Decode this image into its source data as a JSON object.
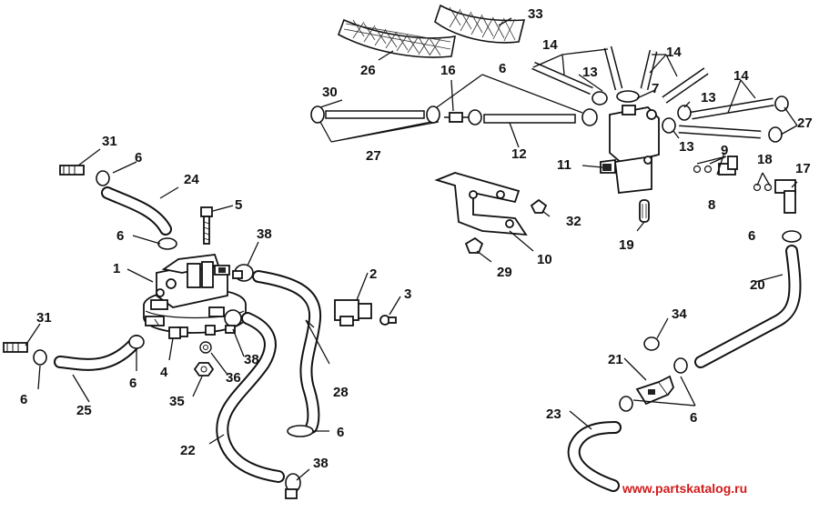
{
  "callouts": {
    "c1": "1",
    "c2": "2",
    "c3": "3",
    "c4": "4",
    "c5": "5",
    "c6a": "6",
    "c6b": "6",
    "c6c": "6",
    "c6d": "6",
    "c6e": "6",
    "c6f": "6",
    "c6g": "6",
    "c6h": "6",
    "c7": "7",
    "c8": "8",
    "c9": "9",
    "c10": "10",
    "c11": "11",
    "c12": "12",
    "c13a": "13",
    "c13b": "13",
    "c13c": "13",
    "c14a": "14",
    "c14b": "14",
    "c14c": "14",
    "c16": "16",
    "c17": "17",
    "c18": "18",
    "c19": "19",
    "c20": "20",
    "c21": "21",
    "c22": "22",
    "c23": "23",
    "c24": "24",
    "c25": "25",
    "c26": "26",
    "c27a": "27",
    "c27b": "27",
    "c28": "28",
    "c29": "29",
    "c30": "30",
    "c31a": "31",
    "c31b": "31",
    "c32": "32",
    "c33": "33",
    "c34": "34",
    "c35": "35",
    "c36": "36",
    "c38a": "38",
    "c38b": "38",
    "c38c": "38"
  },
  "watermark": "www.partskatalog.ru"
}
